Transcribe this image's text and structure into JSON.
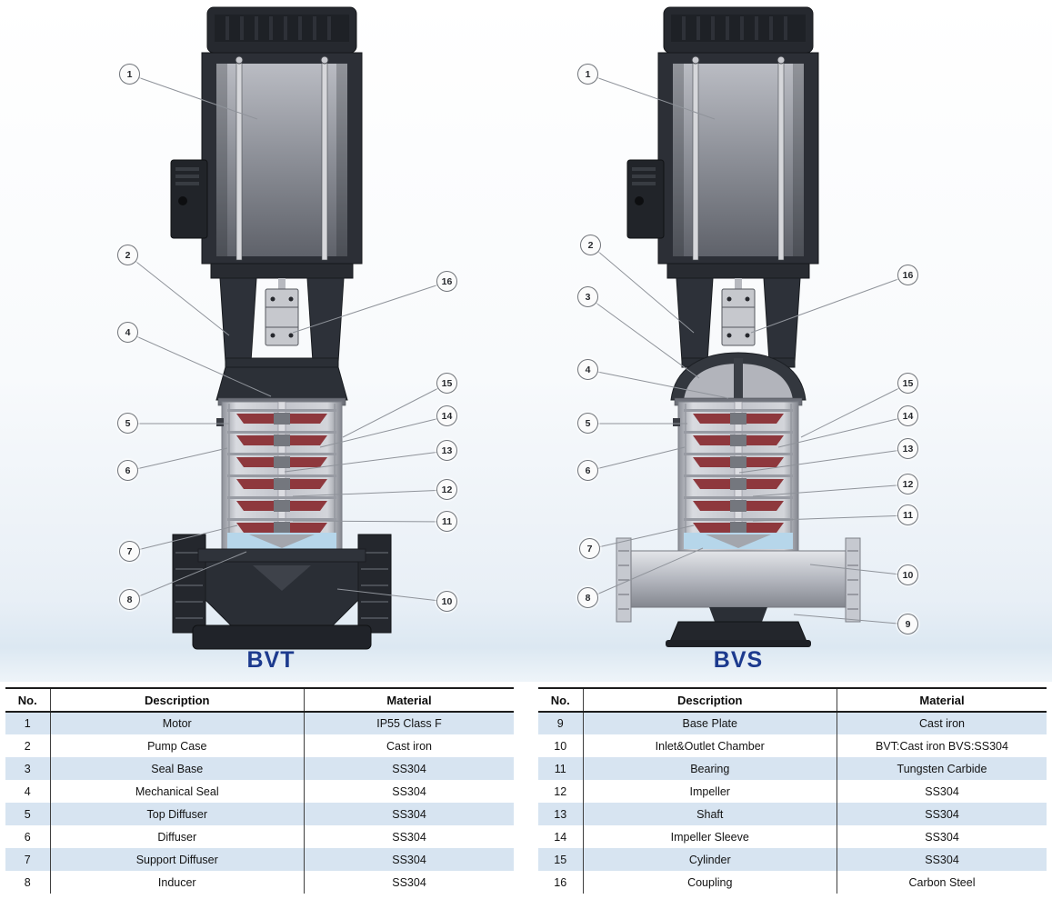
{
  "colors": {
    "label_blue": "#1c3a8e",
    "table_stripe_blue": "#d7e4f1",
    "impeller_red": "#8e383d",
    "housing_dark": "#2c2f36"
  },
  "diagrams": [
    {
      "label": "BVT",
      "callouts": [
        "1",
        "2",
        "4",
        "5",
        "6",
        "7",
        "8",
        "16",
        "15",
        "14",
        "13",
        "12",
        "11",
        "10"
      ]
    },
    {
      "label": "BVS",
      "callouts": [
        "1",
        "2",
        "3",
        "4",
        "5",
        "6",
        "7",
        "8",
        "16",
        "15",
        "14",
        "13",
        "12",
        "11",
        "10",
        "9"
      ]
    }
  ],
  "parts_tables": [
    {
      "headers": {
        "no": "No.",
        "description": "Description",
        "material": "Material"
      },
      "rows": [
        [
          "1",
          "Motor",
          "IP55 Class F"
        ],
        [
          "2",
          "Pump Case",
          "Cast iron"
        ],
        [
          "3",
          "Seal Base",
          "SS304"
        ],
        [
          "4",
          "Mechanical Seal",
          "SS304"
        ],
        [
          "5",
          "Top Diffuser",
          "SS304"
        ],
        [
          "6",
          "Diffuser",
          "SS304"
        ],
        [
          "7",
          "Support Diffuser",
          "SS304"
        ],
        [
          "8",
          "Inducer",
          "SS304"
        ]
      ]
    },
    {
      "headers": {
        "no": "No.",
        "description": "Description",
        "material": "Material"
      },
      "rows": [
        [
          "9",
          "Base Plate",
          "Cast iron"
        ],
        [
          "10",
          "Inlet&Outlet Chamber",
          "BVT:Cast iron BVS:SS304"
        ],
        [
          "11",
          "Bearing",
          "Tungsten Carbide"
        ],
        [
          "12",
          "Impeller",
          "SS304"
        ],
        [
          "13",
          "Shaft",
          "SS304"
        ],
        [
          "14",
          "Impeller Sleeve",
          "SS304"
        ],
        [
          "15",
          "Cylinder",
          "SS304"
        ],
        [
          "16",
          "Coupling",
          "Carbon Steel"
        ]
      ]
    }
  ]
}
